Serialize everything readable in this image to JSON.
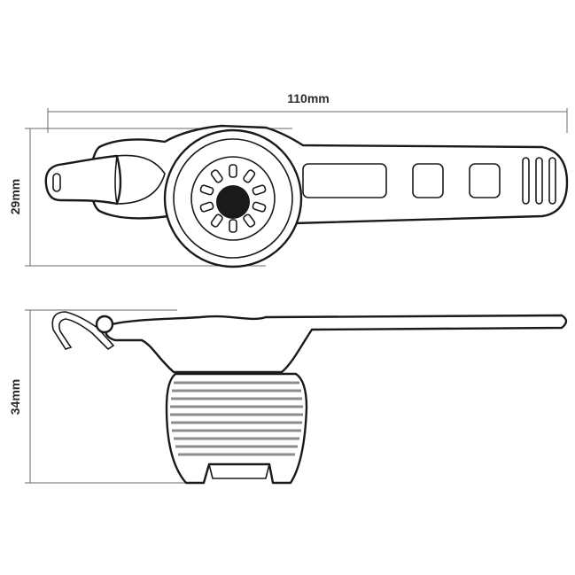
{
  "dimensions": {
    "width_label": "110mm",
    "top_height_label": "29mm",
    "side_height_label": "34mm"
  },
  "colors": {
    "outline": "#1a1a1a",
    "dimension_line": "#6a6a6a",
    "band_grey": "#8c8c8c",
    "background": "#ffffff"
  }
}
